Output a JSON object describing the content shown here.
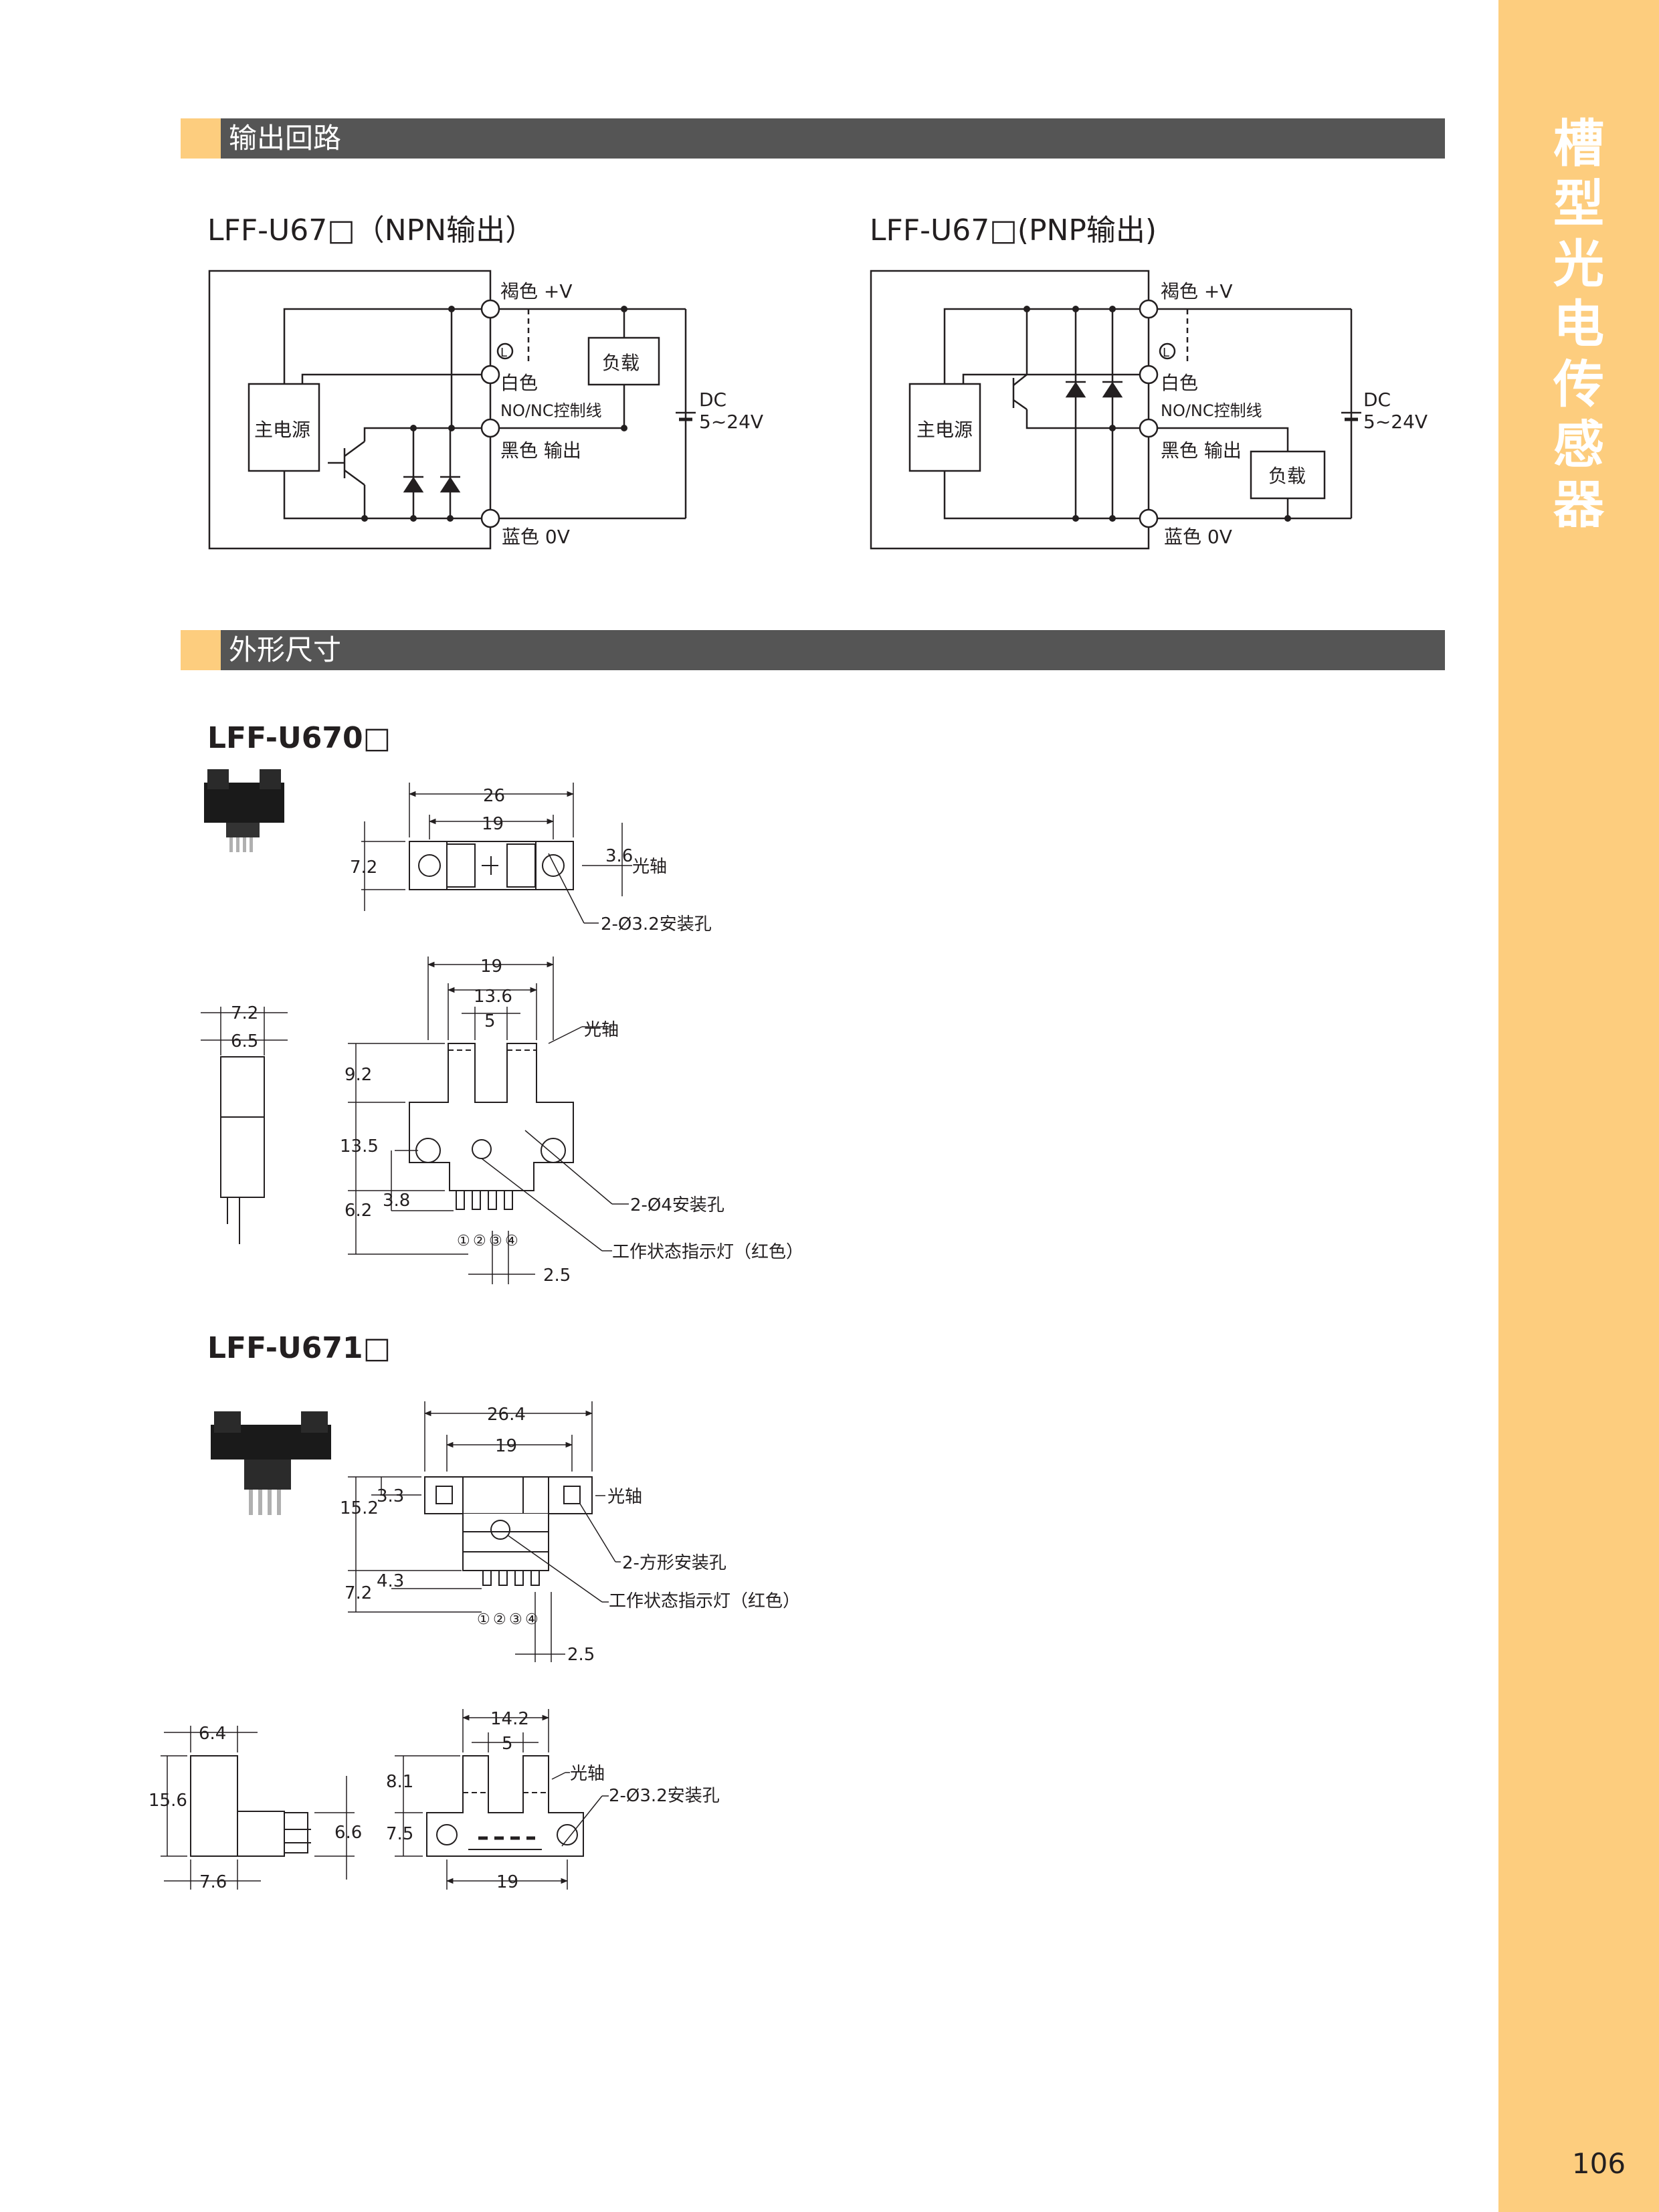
{
  "sidebar": {
    "title_chars": [
      "槽",
      "型",
      "光",
      "电",
      "传",
      "感",
      "器"
    ],
    "page_number": "106",
    "color": "#fdcd7e"
  },
  "sections": {
    "output_circuit": "输出回路",
    "dimensions": "外形尺寸"
  },
  "circuits": {
    "npn": {
      "title": "LFF-U67□（NPN输出）",
      "power_block": "主电源",
      "load": "负载",
      "brown": "褐色  +V",
      "white": "白色",
      "nonc": "NO/NC控制线",
      "black": "黑色  输出",
      "blue": "蓝色  0V",
      "dc": "DC",
      "voltage": "5~24V",
      "l_mark": "L"
    },
    "pnp": {
      "title": "LFF-U67□(PNP输出)",
      "power_block": "主电源",
      "load": "负载",
      "brown": "褐色  +V",
      "white": "白色",
      "nonc": "NO/NC控制线",
      "black": "黑色 输出",
      "blue": "蓝色  0V",
      "dc": "DC",
      "voltage": "5~24V",
      "l_mark": "L"
    }
  },
  "models": {
    "u670": {
      "name": "LFF-U670□",
      "top": {
        "w26": "26",
        "w19": "19",
        "h72": "7.2",
        "axis36": "3.6",
        "axis_label": "光轴",
        "holes": "2-Ø3.2安装孔"
      },
      "side": {
        "w72": "7.2",
        "w65": "6.5"
      },
      "front": {
        "w19": "19",
        "w136": "13.6",
        "w5": "5",
        "axis_label": "光轴",
        "h92": "9.2",
        "h135": "13.5",
        "h62": "6.2",
        "h38": "3.8",
        "holes": "2-Ø4安装孔",
        "led": "工作状态指示灯（红色）",
        "pitch": "2.5",
        "pins": [
          "①",
          "②",
          "③",
          "④"
        ]
      }
    },
    "u671": {
      "name": "LFF-U671□",
      "top": {
        "w264": "26.4",
        "w19": "19",
        "h33": "3.3",
        "h152": "15.2",
        "h43": "4.3",
        "h72": "7.2",
        "axis_label": "光轴",
        "holes": "2-方形安装孔",
        "led": "工作状态指示灯（红色）",
        "pitch": "2.5",
        "pins": [
          "①",
          "②",
          "③",
          "④"
        ]
      },
      "side": {
        "w64": "6.4",
        "h156": "15.6",
        "h66": "6.6",
        "w76": "7.6"
      },
      "front": {
        "w142": "14.2",
        "w5": "5",
        "axis_label": "光轴",
        "holes": "2-Ø3.2安装孔",
        "h81": "8.1",
        "h75": "7.5",
        "w19": "19"
      }
    }
  }
}
